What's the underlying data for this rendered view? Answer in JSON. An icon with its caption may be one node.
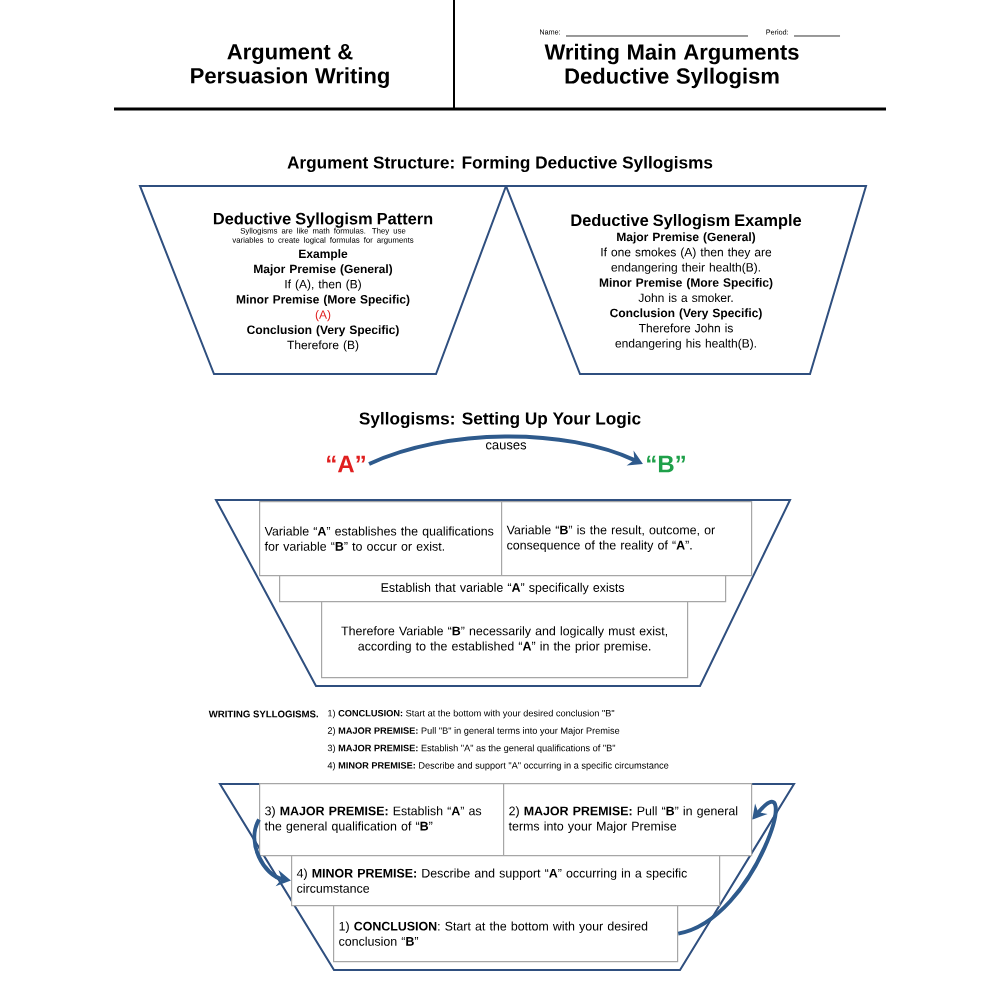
{
  "diagram": {
    "nodes": [
      {
        "text": [
          "Deductive Syllogism Pattern",
          "Syllogisms are like math formulas. They use variables to create logical formulas for arguments",
          "Example",
          "Major Premise (General)",
          "If (A), then (B)",
          "Minor Premise (More Specific)",
          "(A)",
          "Conclusion (Very Specific)",
          "Therefore (B)"
        ]
      },
      {
        "text": [
          "Deductive Syllogism Example",
          "Major Premise (General)",
          "If one smokes (A) then they are endangering their health(B).",
          "Minor Premise (More Specific)",
          "John is a smoker.",
          "Conclusion (Very Specific)",
          "Therefore John is endangering his health(B)."
        ]
      },
      {
        "text": [
          "“A”"
        ]
      },
      {
        "text": [
          "“B”"
        ]
      },
      {
        "text": [],
        "shape": "trapezoid"
      },
      {
        "text": [
          "Variable “**A**” establishes the qualifications for variable “**B**” to occur or exist."
        ],
        "in": 4
      },
      {
        "text": [
          "Variable “**B**” is the result, outcome, or consequence of the reality of “**A**”."
        ],
        "in": 4
      },
      {
        "text": [
          "Establish that variable “**A**” specifically exists"
        ],
        "in": 4
      },
      {
        "text": [
          "Therefore Variable “**B**” necessarily and logically must exist, according to the established “**A**” in the prior premise."
        ],
        "in": 4
      },
      {
        "text": [],
        "shape": "trapezoid"
      },
      {
        "text": [
          "3) **MAJOR PREMISE:** Establish “**A**” as the general qualification of “**B**”"
        ],
        "in": 9
      },
      {
        "text": [
          "2) **MAJOR PREMISE:** Pull “**B**” in general terms into your Major Premise"
        ],
        "in": 9
      },
      {
        "text": [
          "4) **MINOR PREMISE:** Describe and support “**A**” occurring in a specific circumstance"
        ],
        "in": 9
      },
      {
        "text": [
          "1) **CONCLUSION**: Start at the bottom with your desired conclusion “**B**”"
        ],
        "in": 9
      }
    ],
    "edges": [
      {
        "from": 2,
        "to": 3,
        "arrow": "to",
        "label": "causes"
      },
      {
        "from": 10,
        "to": 12,
        "arrow": "to"
      },
      {
        "from": 13,
        "to": 11,
        "arrow": "to"
      }
    ],
    "labels": [
      "Argument & Persuasion Writing",
      "Name:",
      "Period:",
      "Writing Main Arguments Deductive Syllogism",
      "Argument Structure: Forming Deductive Syllogisms",
      "Syllogisms: Setting Up Your Logic",
      "WRITING SYLLOGISMS.",
      "1) **CONCLUSION:** Start at the bottom with your desired conclusion \"B\"",
      "2) **MAJOR PREMISE:** Pull \"B\" in general terms into your Major Premise",
      "3) **MAJOR PREMISE:** Establish \"A\" as the general qualifications of \"B\"",
      "4) **MINOR PREMISE:** Describe and support \"A\" occurring in a specific circumstance"
    ]
  }
}
